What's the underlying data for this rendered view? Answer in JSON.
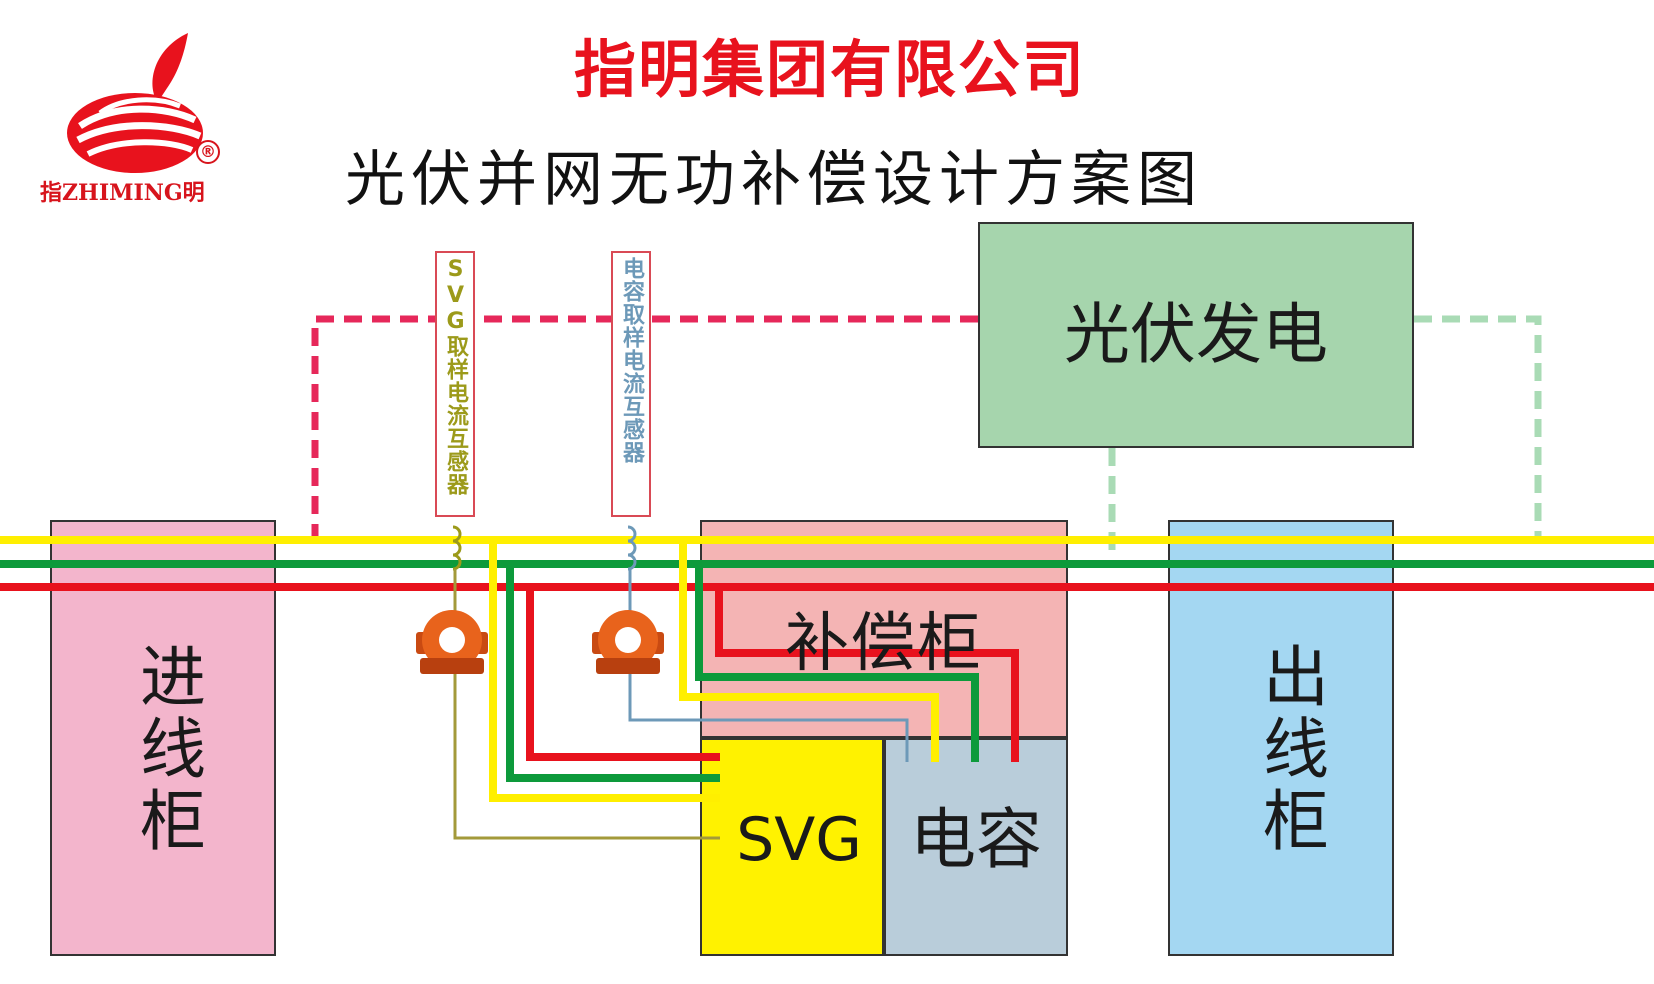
{
  "header": {
    "company": "指明集团有限公司",
    "diagram_title": "光伏并网无功补偿设计方案图",
    "brand": "指ZHIMING明",
    "registered": "®"
  },
  "blocks": {
    "pv": "光伏发电",
    "incoming": "进线柜",
    "compensation": "补偿柜",
    "svg": "SVG",
    "capacitor": "电容",
    "outgoing": "出线柜"
  },
  "ct_labels": {
    "svg_ct": "SVG取样电流互感器",
    "cap_ct": "电容取样电流互感器"
  },
  "colors": {
    "brand_red": "#e8121d",
    "bus_yellow": "#ffef00",
    "bus_green": "#0d9a3b",
    "bus_red": "#e8121d",
    "pv_box": "#a6d5ad",
    "incoming_box": "#f3b5cc",
    "compensation_box": "#f4b4b4",
    "svg_box": "#fff200",
    "capacitor_box": "#b9cdda",
    "outgoing_box": "#a4d7f2",
    "pv_link_red": "#e6285a",
    "pv_link_green": "#a9dbb5",
    "svg_ct_text": "#9c9a1a",
    "cap_ct_text": "#6d99b8"
  }
}
